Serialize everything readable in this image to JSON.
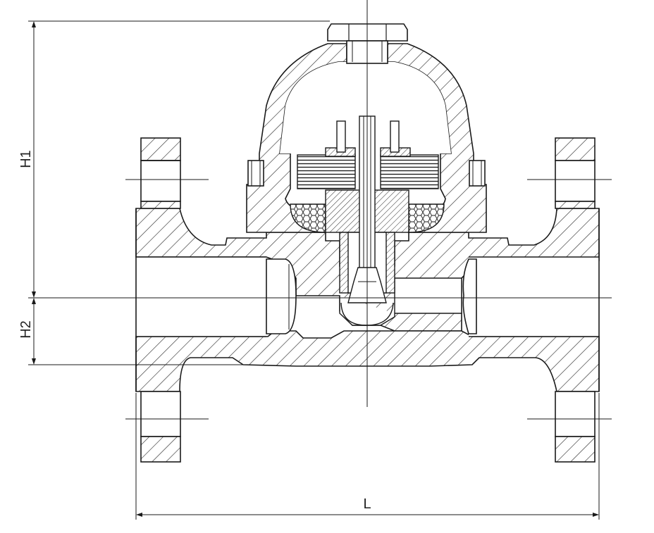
{
  "drawing": {
    "dimensions": {
      "h1": "H1",
      "h2": "H2",
      "l": "L"
    },
    "colors": {
      "line": "#1a1a1a",
      "hatch": "#333333",
      "background": "#ffffff"
    }
  }
}
